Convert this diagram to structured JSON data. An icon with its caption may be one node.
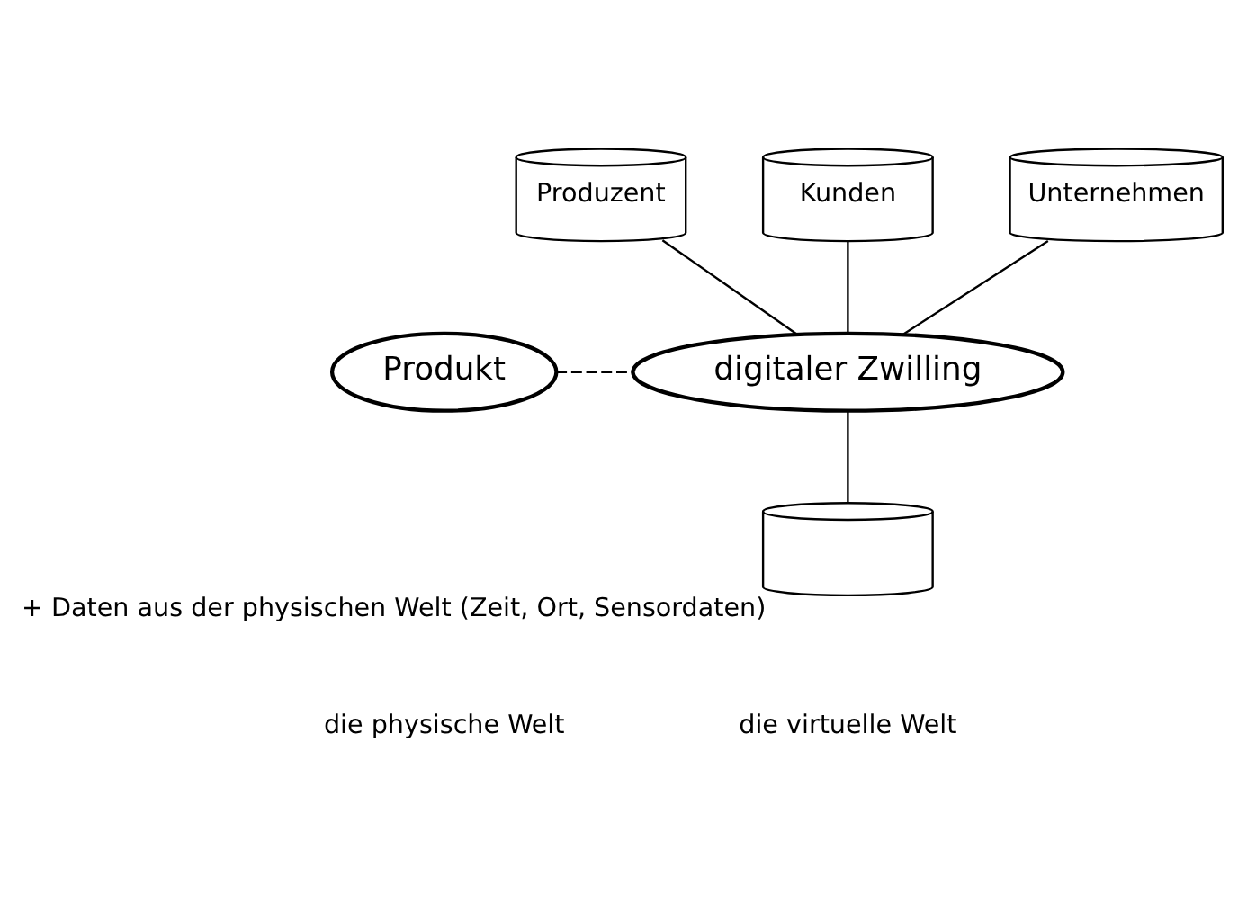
{
  "diagram": {
    "nodes": [
      {
        "text": [
          "Produkt"
        ]
      },
      {
        "text": [
          "digitaler Zwilling"
        ]
      },
      {
        "text": [
          "Produzent"
        ]
      },
      {
        "text": [
          "Kunden"
        ]
      },
      {
        "text": [
          "Unternehmen"
        ]
      },
      {
        "text": [],
        "shape": "cylinder",
        "beside": [
          "+ Daten aus der physischen Welt (Zeit, Ort, Sensordaten)"
        ]
      }
    ],
    "edges": [
      {
        "from": 0,
        "to": 1,
        "arrow": "none",
        "style": "dashed"
      },
      {
        "from": 1,
        "to": 2,
        "arrow": "none"
      },
      {
        "from": 1,
        "to": 3,
        "arrow": "none"
      },
      {
        "from": 1,
        "to": 4,
        "arrow": "none"
      },
      {
        "from": 5,
        "to": 1,
        "arrow": "none"
      }
    ],
    "labels": [
      "die physische Welt",
      "die virtuelle Welt"
    ]
  }
}
